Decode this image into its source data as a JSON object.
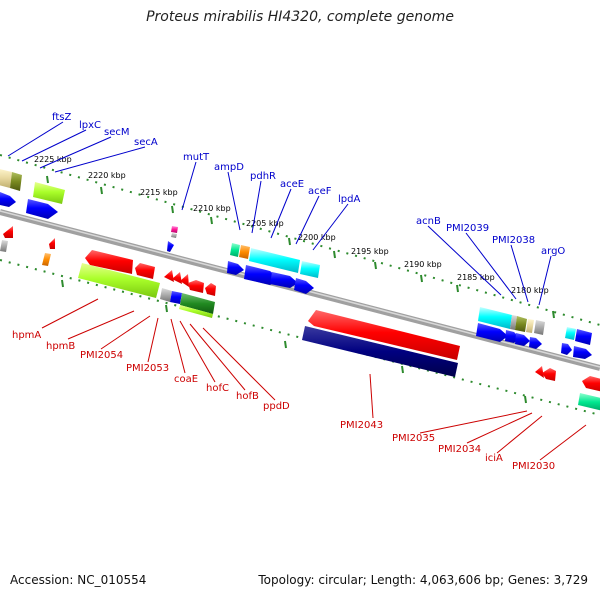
{
  "title": "Proteus mirabilis HI4320, complete genome",
  "footer": {
    "accession": "Accession: NC_010554",
    "topology": "Topology: circular; Length: 4,063,606 bp; Genes: 3,729"
  },
  "colors": {
    "forward_label": "#0000cc",
    "reverse_label": "#cc0000",
    "backbone": "#999999",
    "tick": "#2e8b2e"
  },
  "kbp_ticks": [
    "2225 kbp",
    "2220 kbp",
    "2215 kbp",
    "2210 kbp",
    "2205 kbp",
    "2200 kbp",
    "2195 kbp",
    "2190 kbp",
    "2185 kbp",
    "2180 kbp"
  ],
  "forward_genes": [
    "ftsZ",
    "lpxC",
    "secM",
    "secA",
    "mutT",
    "ampD",
    "pdhR",
    "aceE",
    "aceF",
    "lpdA",
    "acnB",
    "PMI2039",
    "PMI2038",
    "argO"
  ],
  "reverse_genes": [
    "hpmA",
    "hpmB",
    "PMI2054",
    "PMI2053",
    "coaE",
    "hofC",
    "hofB",
    "ppdD",
    "PMI2043",
    "PMI2035",
    "PMI2034",
    "iciA",
    "PMI2030"
  ]
}
